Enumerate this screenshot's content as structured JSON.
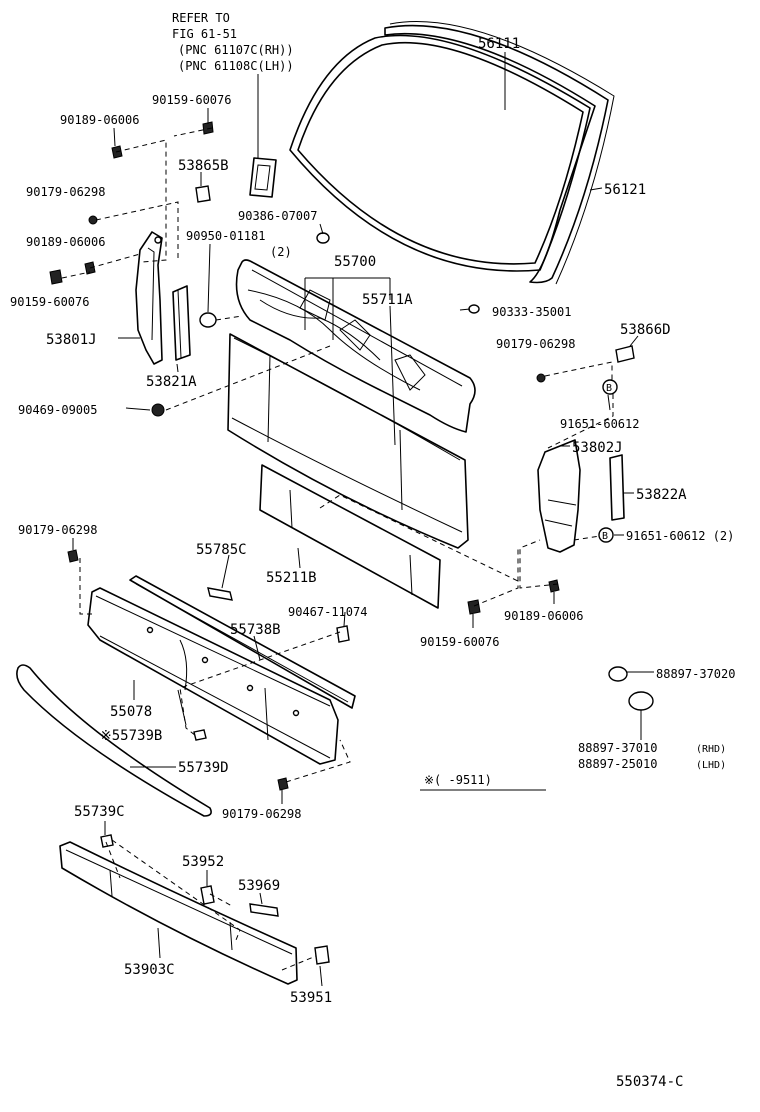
{
  "labels": {
    "p56111": "56111",
    "p56121": "56121",
    "refer": [
      "REFER TO",
      "FIG 61-51",
      "(PNC 61107C(RH))",
      "(PNC 61108C(LH))"
    ],
    "p90159a": "90159-60076",
    "p90189a": "90189-06006",
    "p53865b": "53865B",
    "p90179a": "90179-06298",
    "p90386": "90386-07007",
    "p90950": "90950-01181",
    "p90950q": "(2)",
    "p90189b": "90189-06006",
    "p55700": "55700",
    "p90159b": "90159-60076",
    "p55711a": "55711A",
    "p90333": "90333-35001",
    "p53801j": "53801J",
    "p90179b": "90179-06298",
    "p53866d": "53866D",
    "p53821a": "53821A",
    "p90469": "90469-09005",
    "p91651a": "91651-60612",
    "p53802j": "53802J",
    "p53822a": "53822A",
    "p90179c": "90179-06298",
    "p91651b": "91651-60612 (2)",
    "p55785c": "55785C",
    "p55211b": "55211B",
    "p90467": "90467-11074",
    "p90189c": "90189-06006",
    "p55738b": "55738B",
    "p90159c": "90159-60076",
    "p88897a": "88897-37020",
    "p55078": "55078",
    "p55739b": "※55739B",
    "p88897b": "88897-37010",
    "p88897bq": "(RHD)",
    "p88897c": "88897-25010",
    "p88897cq": "(LHD)",
    "p55739d": "55739D",
    "note": "※(     -9511)",
    "p90179d": "90179-06298",
    "p55739c": "55739C",
    "p53952": "53952",
    "p53969": "53969",
    "p53903c": "53903C",
    "p53951": "53951",
    "marker_b": "B",
    "diagram_id": "550374-C"
  }
}
